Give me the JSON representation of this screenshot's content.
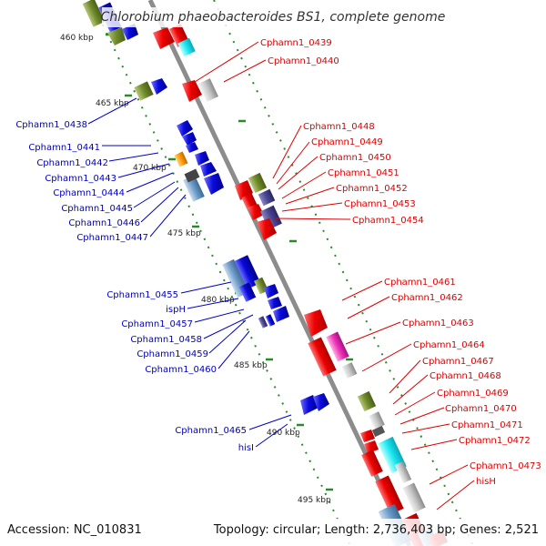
{
  "header": {
    "title": "Chlorobium phaeobacteroides BS1, complete genome"
  },
  "footer": {
    "accession": "Accession: NC_010831",
    "summary": "Topology: circular; Length: 2,736,403 bp; Genes: 2,521"
  },
  "colors": {
    "left_label": "#0000c0",
    "right_label": "#dd0000",
    "backbone": "#8c8c8c",
    "tick_mark": "#2a8a2a"
  },
  "scale": {
    "ticks": [
      "460 kbp",
      "465 kbp",
      "470 kbp",
      "475 kbp",
      "480 kbp",
      "485 kbp",
      "490 kbp",
      "495 kbp"
    ]
  },
  "left_labels": [
    "Cphamn1_0438",
    "Cphamn1_0441",
    "Cphamn1_0442",
    "Cphamn1_0443",
    "Cphamn1_0444",
    "Cphamn1_0445",
    "Cphamn1_0446",
    "Cphamn1_0447",
    "Cphamn1_0455",
    "ispH",
    "Cphamn1_0457",
    "Cphamn1_0458",
    "Cphamn1_0459",
    "Cphamn1_0460",
    "Cphamn1_0465",
    "hisI"
  ],
  "right_labels": [
    "Cphamn1_0439",
    "Cphamn1_0440",
    "Cphamn1_0448",
    "Cphamn1_0449",
    "Cphamn1_0450",
    "Cphamn1_0451",
    "Cphamn1_0452",
    "Cphamn1_0453",
    "Cphamn1_0454",
    "Cphamn1_0461",
    "Cphamn1_0462",
    "Cphamn1_0463",
    "Cphamn1_0464",
    "Cphamn1_0467",
    "Cphamn1_0468",
    "Cphamn1_0469",
    "Cphamn1_0470",
    "Cphamn1_0471",
    "Cphamn1_0472",
    "Cphamn1_0473",
    "hisH"
  ]
}
